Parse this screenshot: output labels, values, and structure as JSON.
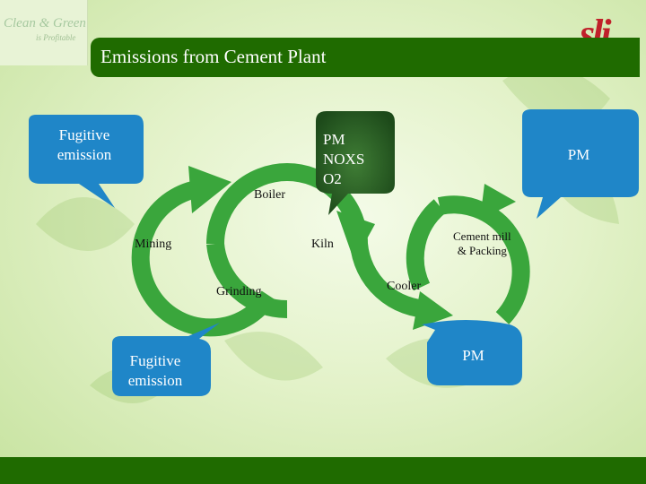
{
  "slide": {
    "title": "Emissions from Cement Plant",
    "logo_left_line1": "Clean & Green",
    "logo_left_line2": "is Profitable",
    "logo_right": "sli"
  },
  "callouts": {
    "fugitive_top": "Fugitive emission",
    "pm_center_line1": "PM",
    "pm_center_line2": "NOXS",
    "pm_center_line3": "O2",
    "pm_right": "PM",
    "fugitive_bottom": "Fugitive emission",
    "pm_bottom_right": "PM"
  },
  "process": {
    "boiler": "Boiler",
    "mining": "Mining",
    "kiln": "Kiln",
    "grinding": "Grinding",
    "cooler": "Cooler",
    "cement_mill_line1": "Cement mill",
    "cement_mill_line2": "& Packing"
  },
  "colors": {
    "arrow": "#3aa63c",
    "callout": "#1f86c8",
    "banner": "#1f6b00",
    "pm_center": "#2f6a2a"
  }
}
